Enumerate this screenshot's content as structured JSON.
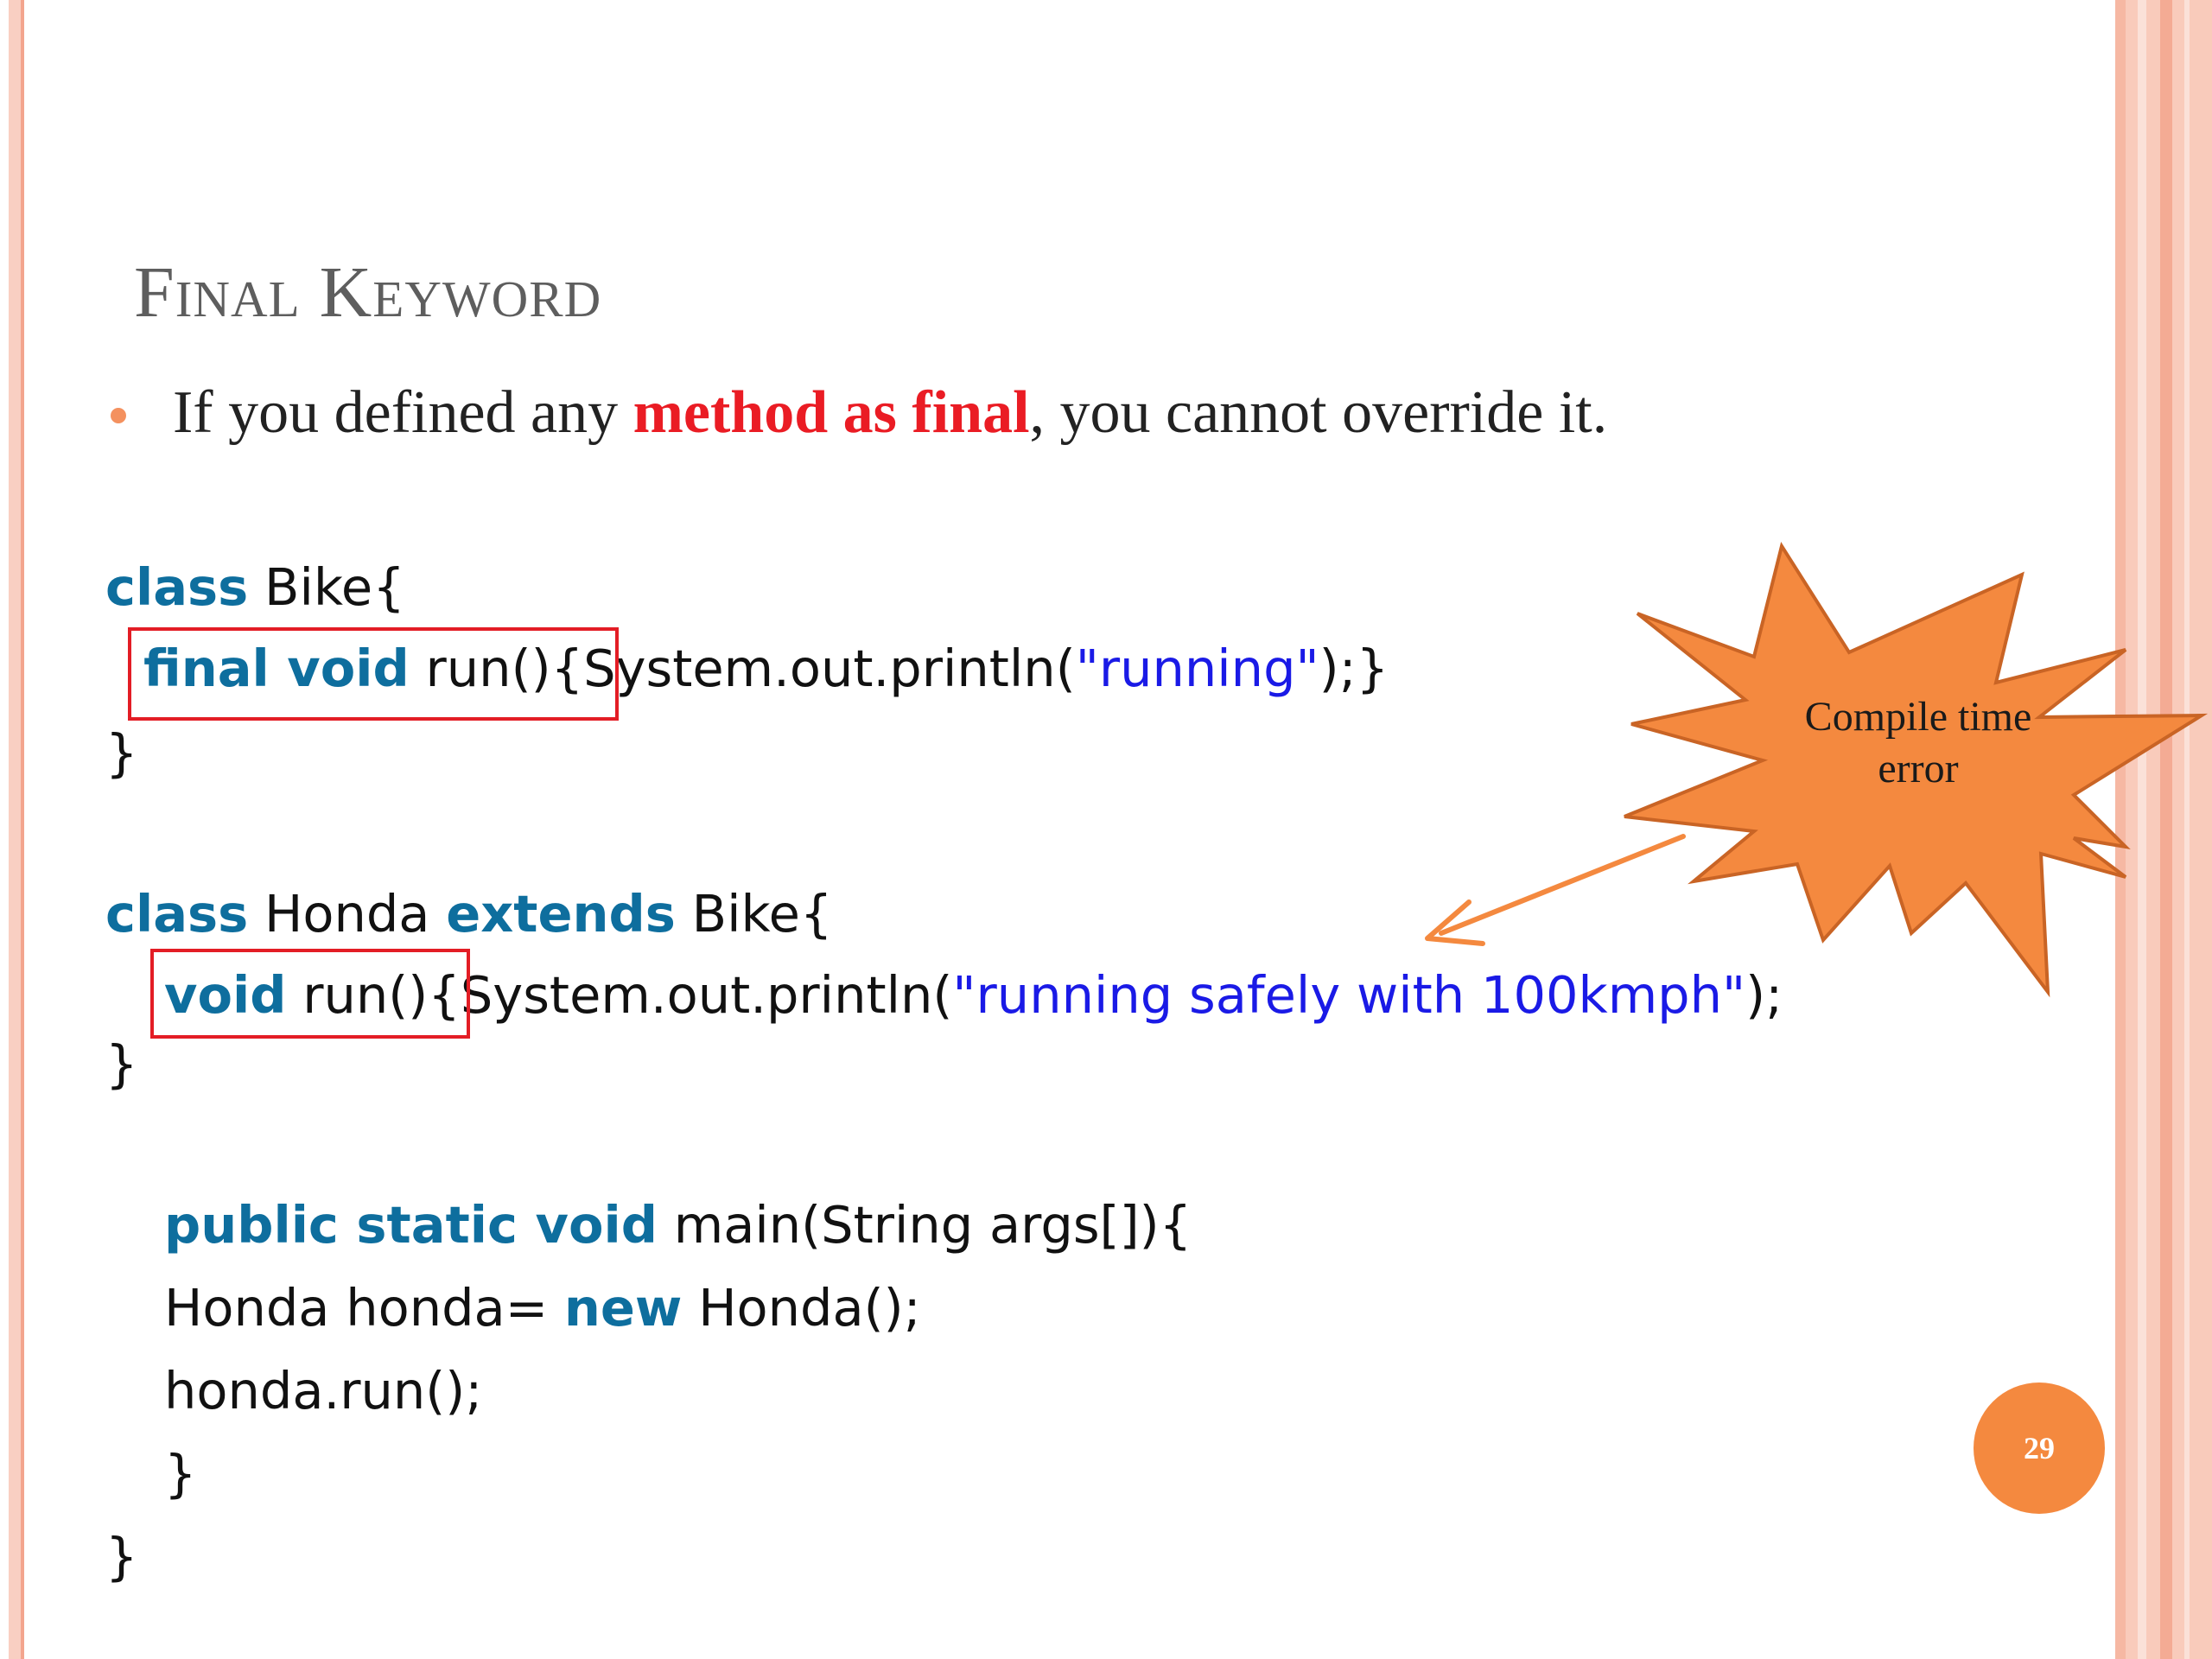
{
  "slide": {
    "title": "Final Keyword",
    "bullet": {
      "before": "If you defined any ",
      "highlight": "method as final",
      "after": ", you cannot override it."
    },
    "code": {
      "l1_kw": "class",
      "l1_rest": " Bike{",
      "l2_kw": "final void",
      "l2_plain": " run(){System.out.println(",
      "l2_str": "\"running\"",
      "l2_end": ");}",
      "l3": "}",
      "l4_kw1": "class",
      "l4_mid": " Honda ",
      "l4_kw2": "extends",
      "l4_end": " Bike{",
      "l5_kw": "void",
      "l5_plain": " run(){System.out.println(",
      "l5_str": "\"running safely with 100kmph\"",
      "l5_end": ");",
      "l6": "}",
      "l7_kw": "public static void",
      "l7_rest": " main(String args[]){",
      "l8_a": "Honda honda= ",
      "l8_kw": "new",
      "l8_b": " Honda();",
      "l9": "honda.run();",
      "l10": "}",
      "l11": "}"
    },
    "callout_text": "Compile time error",
    "page_number": "29"
  },
  "colors": {
    "accent": "#f4893f",
    "highlight": "#ea1c24",
    "keyword": "#0e6e9e",
    "string": "#1a1ae6",
    "box": "#e31d25"
  }
}
